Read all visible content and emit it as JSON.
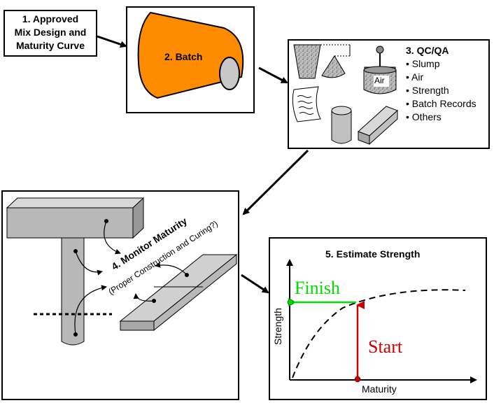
{
  "step1": {
    "line1": "1.  Approved",
    "line2": "Mix Design and",
    "line3": "Maturity Curve"
  },
  "step2": {
    "label": "2. Batch"
  },
  "step3": {
    "title": "3. QC/QA",
    "items": [
      "• Slump",
      "• Air",
      "• Strength",
      "• Batch Records",
      "• Others"
    ],
    "air_meter_label": "Air"
  },
  "step4": {
    "title": "4.  Monitor Maturity",
    "subtitle": "(Proper Construction and Curing?)"
  },
  "step5": {
    "title": "5.  Estimate Strength",
    "chart_data": {
      "type": "line",
      "xlabel": "Maturity",
      "ylabel": "Strength",
      "annotations": [
        {
          "text": "Finish",
          "color": "#00dd00"
        },
        {
          "text": "Start",
          "color": "#cc0000"
        }
      ]
    }
  },
  "colors": {
    "batch_orange": "#ff8c00",
    "finish_green": "#00dd00",
    "start_red": "#cc0000",
    "grey_fill": "#c0c0c0"
  }
}
